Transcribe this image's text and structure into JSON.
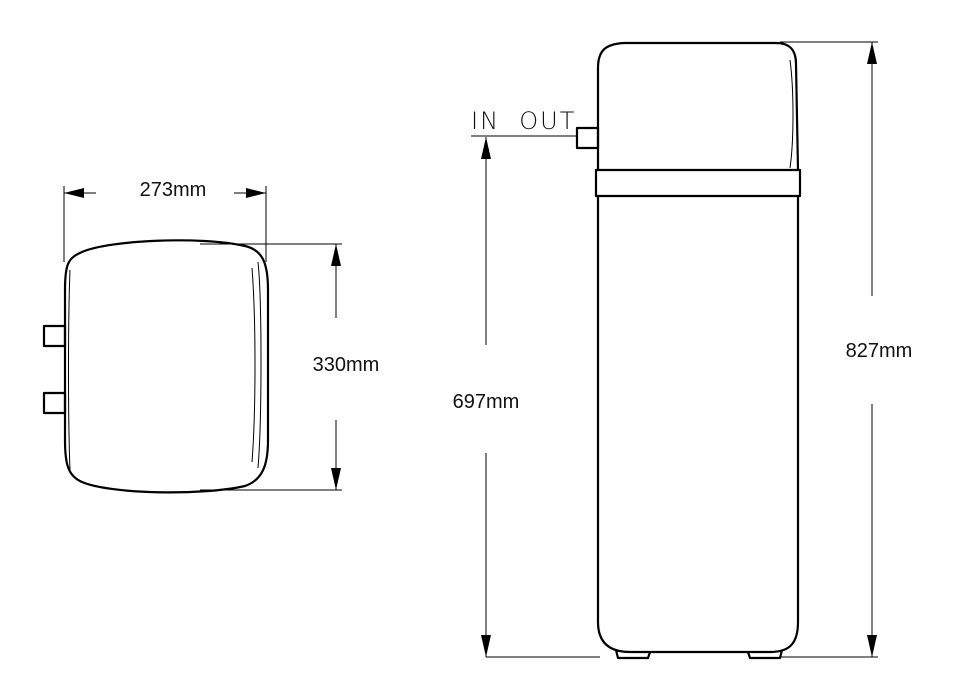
{
  "top_view": {
    "width_label": "273mm",
    "depth_label": "330mm"
  },
  "side_view": {
    "ports_label": "IN  OUT",
    "port_height_label": "697mm",
    "total_height_label": "827mm"
  }
}
